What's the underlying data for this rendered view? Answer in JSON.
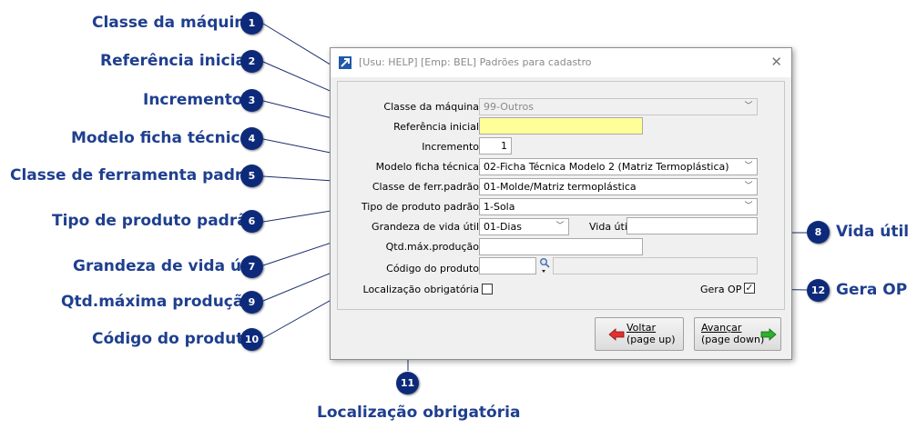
{
  "callouts": [
    {
      "n": "1",
      "label": "Classe da máquina"
    },
    {
      "n": "2",
      "label": "Referência inicial"
    },
    {
      "n": "3",
      "label": "Incremento"
    },
    {
      "n": "4",
      "label": "Modelo ficha técnica"
    },
    {
      "n": "5",
      "label": "Classe de ferramenta padrão"
    },
    {
      "n": "6",
      "label": "Tipo de produto padrão"
    },
    {
      "n": "7",
      "label": "Grandeza de vida útil"
    },
    {
      "n": "8",
      "label": "Vida útil"
    },
    {
      "n": "9",
      "label": "Qtd.máxima produção"
    },
    {
      "n": "10",
      "label": "Código do produto"
    },
    {
      "n": "11",
      "label": "Localização obrigatória"
    },
    {
      "n": "12",
      "label": "Gera OP"
    }
  ],
  "window": {
    "title": "[Usu: HELP] [Emp: BEL] Padrões para cadastro",
    "close_glyph": "✕"
  },
  "form": {
    "classe_maquina": {
      "label": "Classe da máquina",
      "value": "99-Outros"
    },
    "referencia_inicial": {
      "label": "Referência inicial",
      "value": ""
    },
    "incremento": {
      "label": "Incremento",
      "value": "1"
    },
    "modelo_ficha": {
      "label": "Modelo ficha técnica",
      "value": "02-Ficha Técnica Modelo 2 (Matriz Termoplástica)"
    },
    "classe_ferr": {
      "label": "Classe de ferr.padrão",
      "value": "01-Molde/Matriz termoplástica"
    },
    "tipo_produto": {
      "label": "Tipo de produto padrão",
      "value": "1-Sola"
    },
    "grandeza_vida": {
      "label": "Grandeza de vida útil",
      "value": "01-Dias"
    },
    "vida_util": {
      "label": "Vida útil",
      "value": ""
    },
    "qtd_max": {
      "label": "Qtd.máx.produção",
      "value": ""
    },
    "codigo_produto": {
      "label": "Código do produto",
      "value": "",
      "description": ""
    },
    "localizacao": {
      "label": "Localização obrigatória",
      "checked": false
    },
    "gera_op": {
      "label": "Gera OP",
      "checked": true,
      "check_glyph": "✓"
    }
  },
  "buttons": {
    "voltar": {
      "line1": "Voltar",
      "line2": "(page up)"
    },
    "avancar": {
      "line1": "Avançar",
      "line2": "(page down)"
    }
  },
  "colors": {
    "badge": "#0d2a7a",
    "callout_text": "#1f3f8f",
    "highlight_field": "#ffff99",
    "arrow_back": "#e03030",
    "arrow_next": "#2fb02f"
  }
}
